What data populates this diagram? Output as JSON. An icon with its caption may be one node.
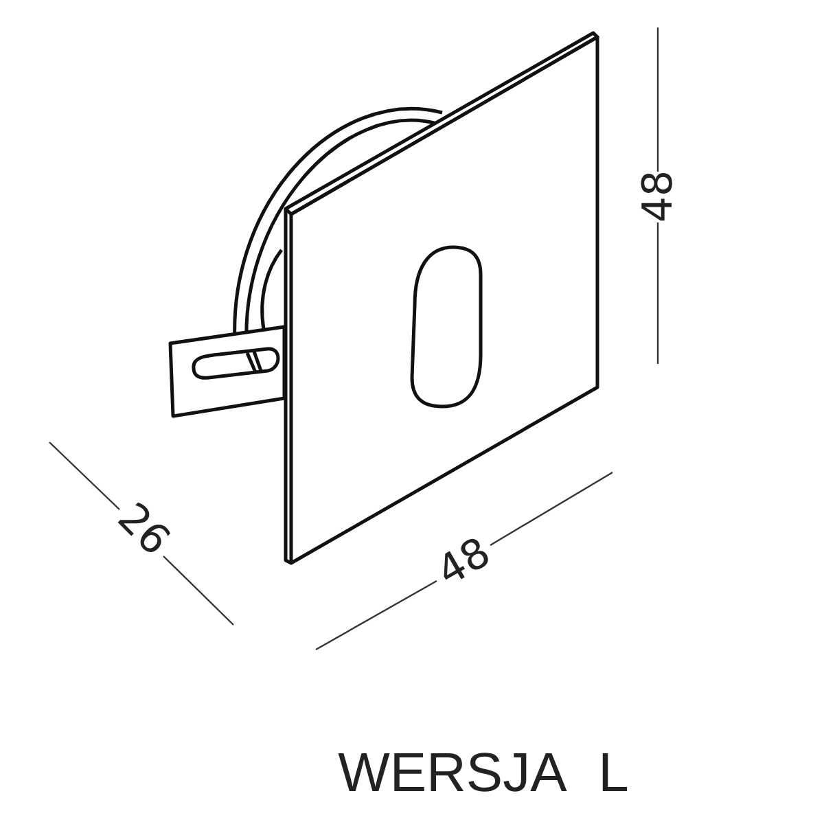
{
  "diagram": {
    "caption": "WERSJA L",
    "labels": [
      "48",
      "26",
      "48"
    ]
  }
}
